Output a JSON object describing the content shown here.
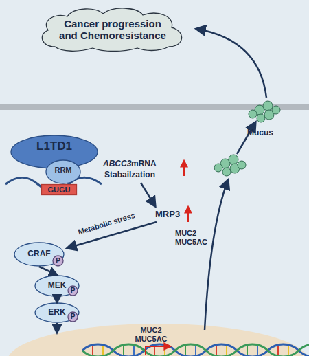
{
  "diagram": {
    "nodes": [
      {
        "text": [
          "Cancer progression and Chemoresistance"
        ]
      },
      {
        "text": [
          "L1TD1"
        ]
      },
      {
        "text": [
          "RRM"
        ]
      },
      {
        "text": [
          "GUGU"
        ]
      },
      {
        "text": [
          "CRAF"
        ]
      },
      {
        "text": [
          "P"
        ],
        "in": 4
      },
      {
        "text": [
          "MEK"
        ]
      },
      {
        "text": [
          "P"
        ],
        "in": 6
      },
      {
        "text": [
          "ERK"
        ]
      },
      {
        "text": [
          "P"
        ],
        "in": 8
      },
      {
        "text": [
          "MUC2 MUC5AC"
        ]
      }
    ],
    "edges": [
      {
        "from": 4,
        "to": 6,
        "arrow": "to"
      },
      {
        "from": 6,
        "to": 8,
        "arrow": "to"
      },
      {
        "from": 8,
        "to": 10,
        "arrow": "to"
      }
    ],
    "labels": [
      "ABCC3",
      "mRNA",
      "Stabailzation",
      "MRP3",
      "Metabolic stress",
      "MUC2 MUC5AC",
      "Mucus"
    ]
  }
}
